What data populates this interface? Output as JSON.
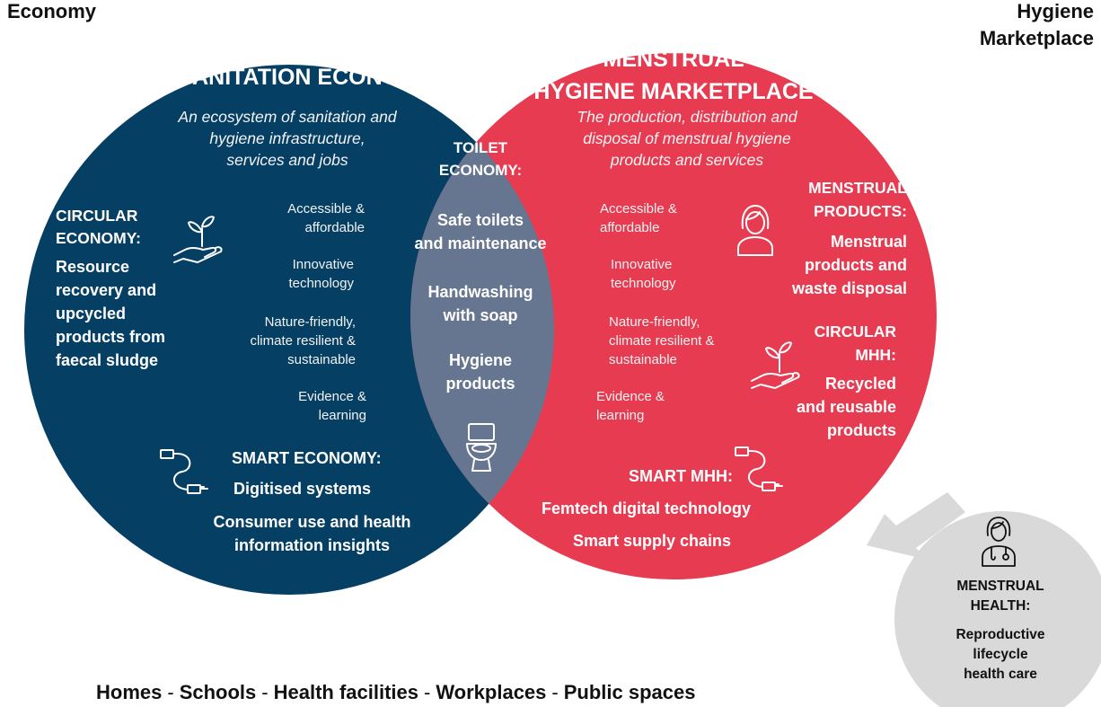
{
  "corners": {
    "left": "Economy",
    "right_line1": "Hygiene",
    "right_line2": "Marketplace"
  },
  "sanitation": {
    "title": "SANITATION ECONOMY",
    "subtitle": [
      "An ecosystem of sanitation and",
      "hygiene infrastructure,",
      "services and jobs"
    ],
    "circular_heading": [
      "CIRCULAR",
      "ECONOMY:"
    ],
    "circular_body": [
      "Resource",
      "recovery and",
      "upcycled",
      "products from",
      "faecal sludge"
    ],
    "principles": [
      [
        "Accessible &",
        "affordable"
      ],
      [
        "Innovative",
        "technology"
      ],
      [
        "Nature-friendly,",
        "climate resilient &",
        "sustainable"
      ],
      [
        "Evidence &",
        "learning"
      ]
    ],
    "smart_heading": "SMART ECONOMY:",
    "smart_body1": "Digitised systems",
    "smart_body2": [
      "Consumer use and health",
      "information insights"
    ]
  },
  "toilet": {
    "heading": [
      "TOILET",
      "ECONOMY:"
    ],
    "items": [
      [
        "Safe toilets",
        "and maintenance"
      ],
      [
        "Handwashing",
        "with soap"
      ],
      [
        "Hygiene",
        "products"
      ]
    ]
  },
  "menstrual": {
    "title": [
      "MENSTRUAL",
      "HYGIENE MARKETPLACE"
    ],
    "subtitle": [
      "The production, distribution and",
      "disposal of menstrual hygiene",
      "products and services"
    ],
    "principles": [
      [
        "Accessible &",
        "affordable"
      ],
      [
        "Innovative",
        "technology"
      ],
      [
        "Nature-friendly,",
        "climate resilient &",
        "sustainable"
      ],
      [
        "Evidence &",
        "learning"
      ]
    ],
    "products_heading": [
      "MENSTRUAL",
      "PRODUCTS:"
    ],
    "products_body": [
      "Menstrual",
      "products and",
      "waste disposal"
    ],
    "circular_heading": [
      "CIRCULAR",
      "MHH:"
    ],
    "circular_body": [
      "Recycled",
      "and reusable",
      "products"
    ],
    "smart_heading": "SMART MHH:",
    "smart_body1": "Femtech digital technology",
    "smart_body2": "Smart supply chains"
  },
  "health": {
    "heading": [
      "MENSTRUAL",
      "HEALTH:"
    ],
    "body": [
      "Reproductive",
      "lifecycle",
      "health care"
    ]
  },
  "footer": {
    "items": [
      "Homes",
      "Schools",
      "Health facilities",
      "Workplaces",
      "Public spaces"
    ],
    "separator": "-"
  },
  "colors": {
    "sanitation": "#053f63",
    "menstrual": "#e63b50",
    "overlap": "#667590",
    "health": "#d9d9d9"
  }
}
